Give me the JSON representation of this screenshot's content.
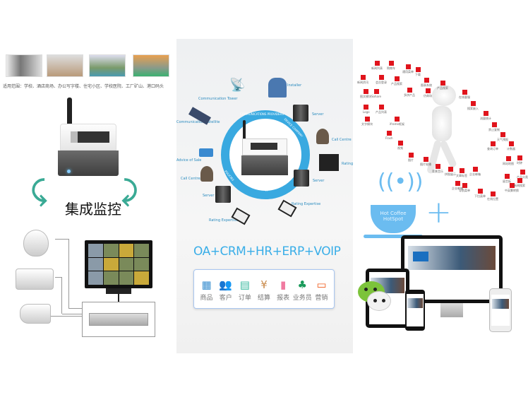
{
  "left": {
    "scope_text": "适用范围：学校、酒店商场、办公写字楼、住宅小区、学校医院、工厂矿山、港口码头",
    "title": "集成监控"
  },
  "middle": {
    "ring_labels": [
      "COMMUNICATIONS PROVIDERS",
      "DEVICE COMPANY",
      "RATING ENGINE",
      "POLICIES"
    ],
    "nodes": [
      "Communication Tower",
      "Installer",
      "Server",
      "Call Centre",
      "Rating",
      "Server",
      "Rating Expertise",
      "Rating Expertise",
      "Server",
      "Call Centre",
      "Advice of Sale",
      "Communication Satellite"
    ],
    "suite": "OA+CRM+HR+ERP+VOIP",
    "modules": [
      {
        "label": "商品",
        "icon": "grid-icon",
        "color": "#3a8fd0"
      },
      {
        "label": "客户",
        "icon": "users-icon",
        "color": "#f08a3c"
      },
      {
        "label": "订单",
        "icon": "document-icon",
        "color": "#3ab9a0"
      },
      {
        "label": "结算",
        "icon": "yen-icon",
        "color": "#c98a4a"
      },
      {
        "label": "报表",
        "icon": "bar-chart-icon",
        "color": "#f07aa0"
      },
      {
        "label": "业务员",
        "icon": "team-icon",
        "color": "#1a9a5a"
      },
      {
        "label": "营销",
        "icon": "laptop-icon",
        "color": "#f05a1a"
      }
    ]
  },
  "right": {
    "feature_icons": [
      "新闻列表",
      "购物车",
      "通用菜单",
      "下载",
      "新闻资讯",
      "会员登录",
      "产品搜索",
      "图表系统",
      "产品搜索",
      "图文模块",
      "Sohare",
      "多拼产品",
      "仿商场",
      "Logo",
      "产品列表",
      "文字模块",
      "iframe框架",
      "Flash",
      "视频",
      "图片",
      "图片轮播",
      "背景音乐",
      "拼图展示",
      "在线客服",
      "搜索嵌入",
      "流量统计",
      "禁止复制",
      "天气预报",
      "查询订单",
      "计数器",
      "网站地图",
      "时钟",
      "文章标签",
      "企业邮箱",
      "企业邮箱",
      "留言板",
      "产品分类",
      "导航菜单",
      "下拉菜单",
      "在线位置",
      "中英繁转换",
      "新闻搜索"
    ],
    "hotspot_text": "Hot Coffee HotSpot",
    "accent": "#e0141c",
    "hotspot_color": "#6bbcf0"
  }
}
